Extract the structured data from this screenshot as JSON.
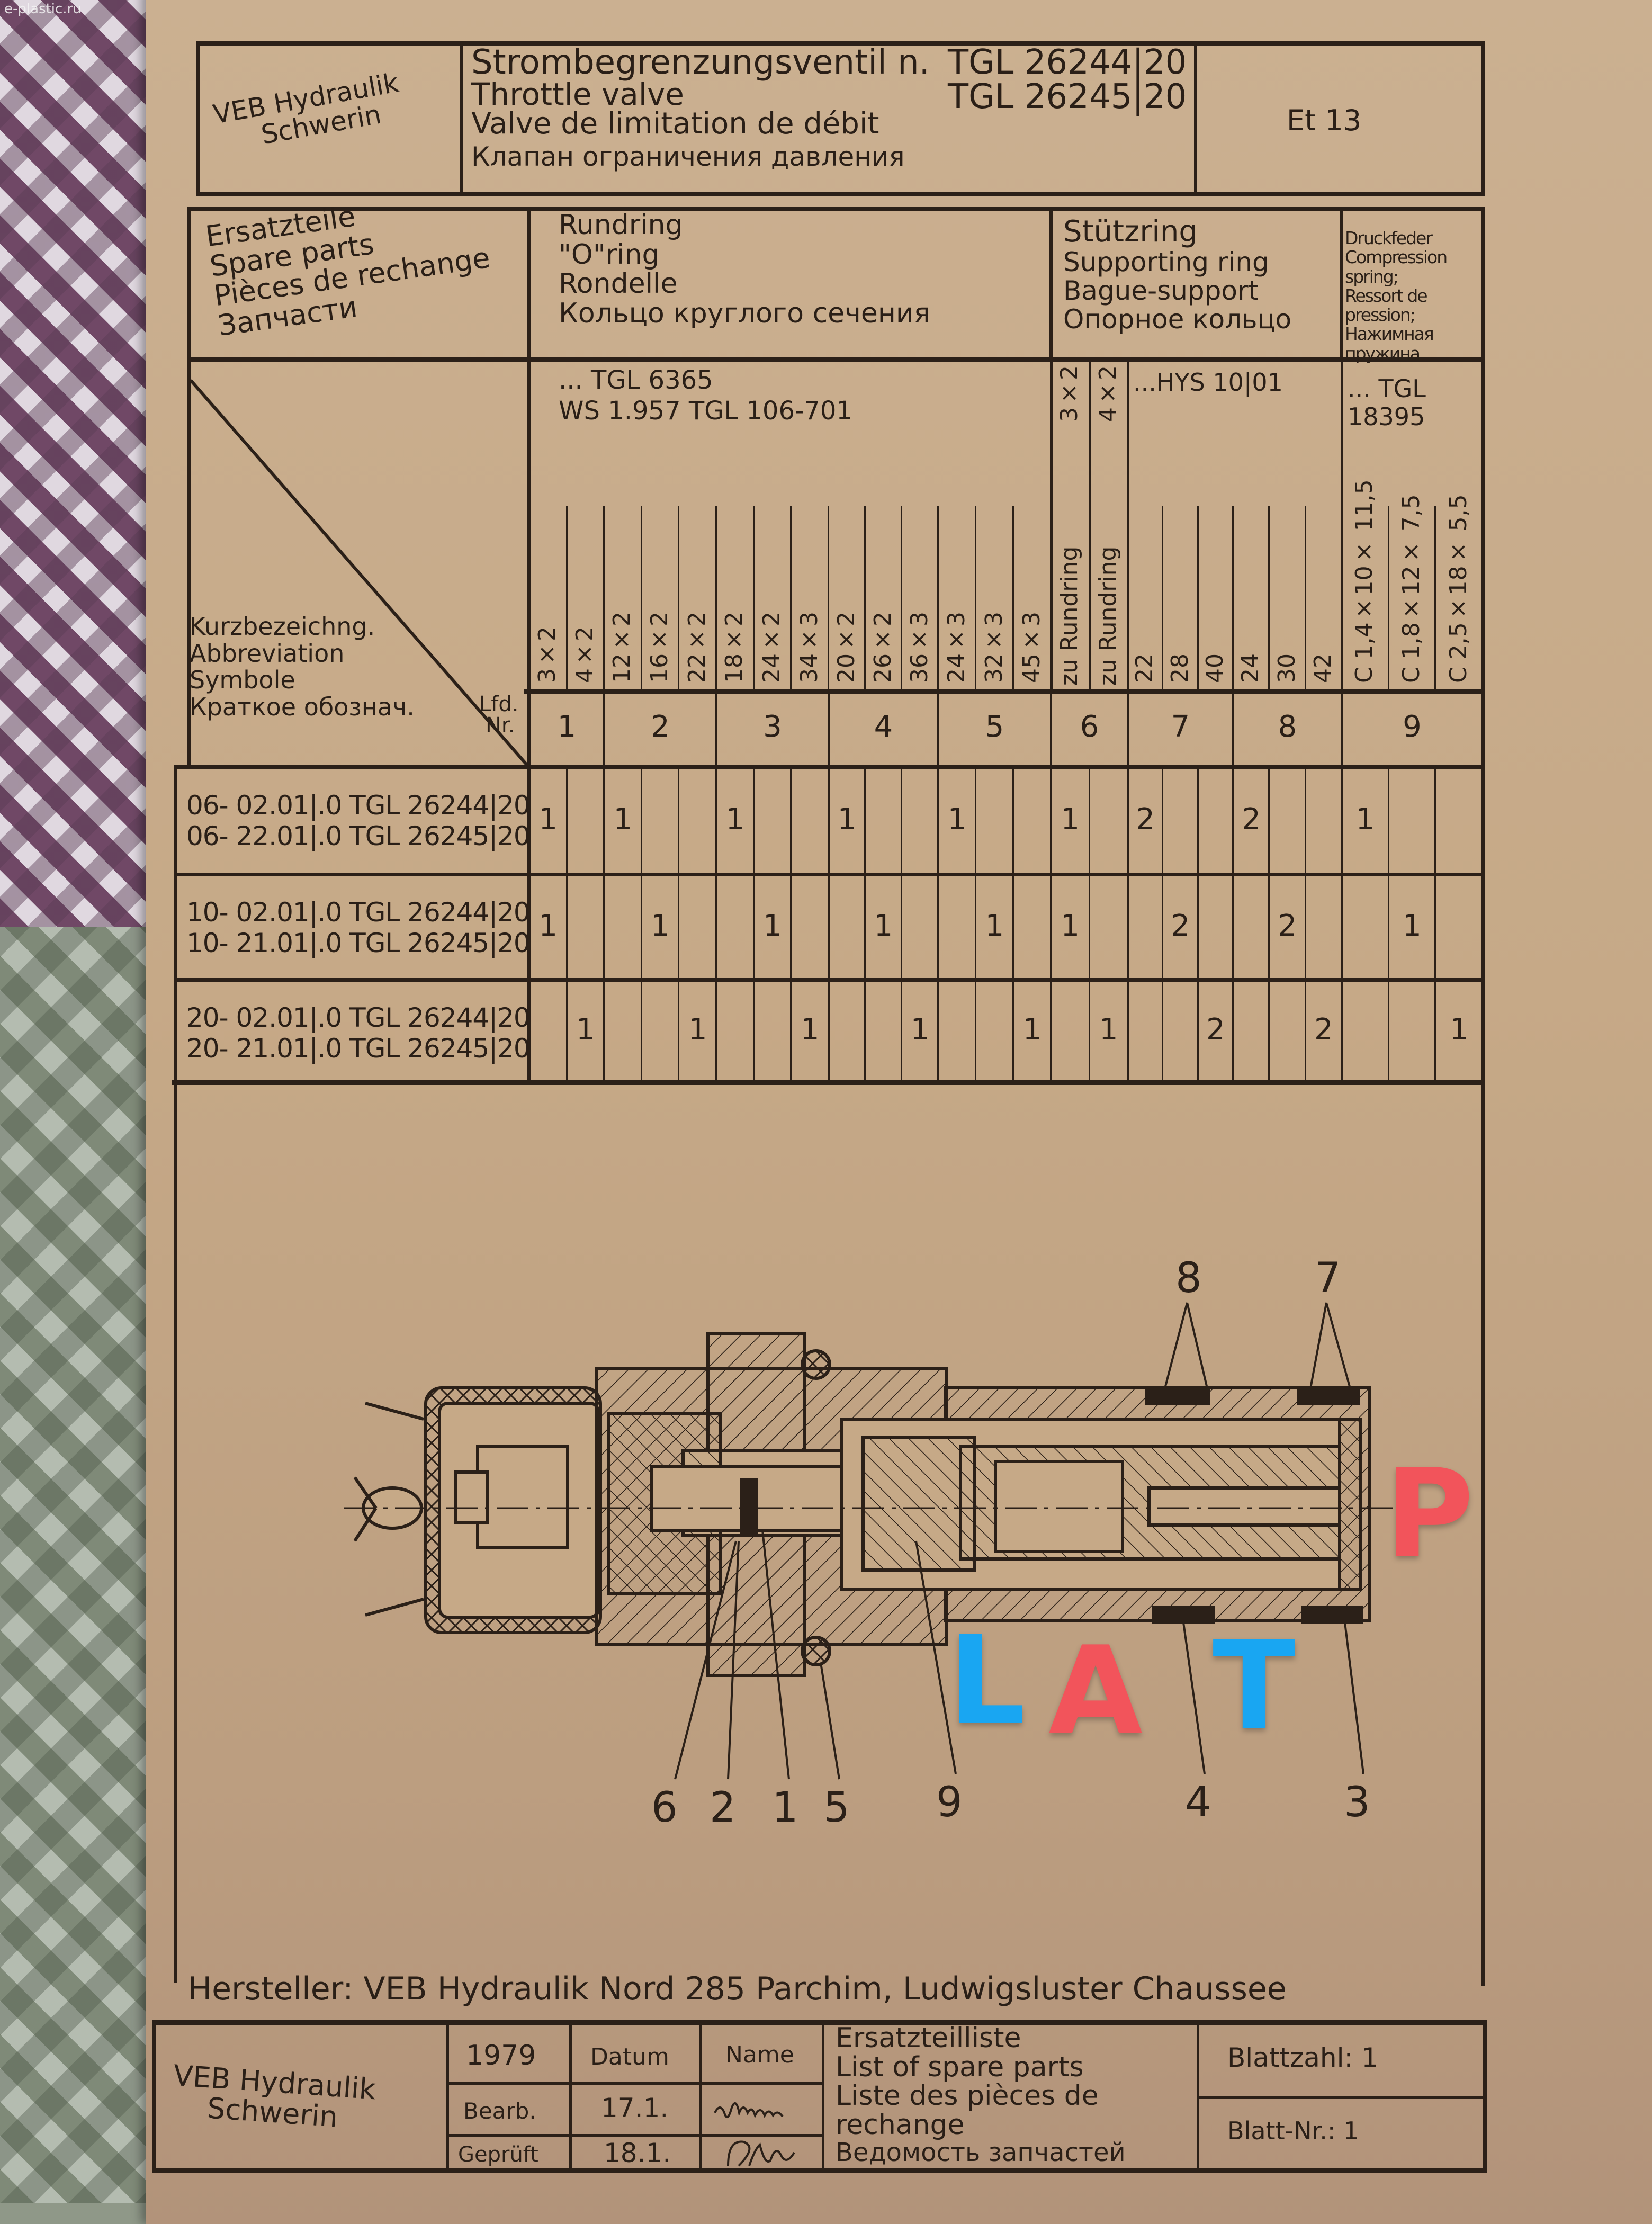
{
  "watermark": "e-plastic.ru",
  "title_block": {
    "company": [
      "VEB Hydraulik",
      "Schwerin"
    ],
    "titles": [
      "Strombegrenzungsventil n.",
      "Throttle valve",
      "Valve de limitation de débit",
      "Клапан ограничения давления"
    ],
    "standards": [
      "TGL 26244|20",
      "TGL 26245|20"
    ],
    "sheet_code": "Et 13"
  },
  "header": {
    "spare_parts": [
      "Ersatzteile",
      "Spare parts",
      "Pièces de rechange",
      "Запчасти"
    ],
    "o_ring": [
      "Rundring",
      "\"O\"ring",
      "Rondelle",
      "Кольцо круглого сечения"
    ],
    "supporting_ring": [
      "Stützring",
      "Supporting ring",
      "Bague-support",
      "Опорное кольцо"
    ],
    "spring": [
      "Druckfeder",
      "Compression",
      "spring;",
      "Ressort de",
      "pression;",
      "Нажимная",
      "пружина"
    ]
  },
  "standards_row": {
    "o_ring": [
      "... TGL 6365",
      "WS 1.957   TGL 106-701"
    ],
    "supporting_ring": "...HYS 10|01",
    "spring": [
      "... TGL",
      "18395"
    ]
  },
  "abbreviation_labels": [
    "Kurzbezeichng.",
    "Abbreviation",
    "Symbole",
    "Краткое обознач."
  ],
  "lfd_label": [
    "Lfd.",
    "Nr."
  ],
  "columns": [
    {
      "label": "3×2"
    },
    {
      "label": "4×2"
    },
    {
      "label": "12×2"
    },
    {
      "label": "16×2"
    },
    {
      "label": "22×2"
    },
    {
      "label": "18×2"
    },
    {
      "label": "24×2"
    },
    {
      "label": "34×3"
    },
    {
      "label": "20×2"
    },
    {
      "label": "26×2"
    },
    {
      "label": "36×3"
    },
    {
      "label": "24×3"
    },
    {
      "label": "32×3"
    },
    {
      "label": "45×3"
    },
    {
      "label": "zu Rundring",
      "top": "3×2"
    },
    {
      "label": "zu Rundring",
      "top": "4×2"
    },
    {
      "label": "22"
    },
    {
      "label": "28"
    },
    {
      "label": "40"
    },
    {
      "label": "24"
    },
    {
      "label": "30"
    },
    {
      "label": "42"
    },
    {
      "label": "C 1,4×10× 11,5"
    },
    {
      "label": "C 1,8×12× 7,5"
    },
    {
      "label": "C 2,5×18× 5,5"
    }
  ],
  "item_numbers": [
    "1",
    "2",
    "3",
    "4",
    "5",
    "6",
    "7",
    "8",
    "9"
  ],
  "rows": [
    {
      "labels": [
        "06- 02.01|.0 TGL 26244|20",
        "06- 22.01|.0 TGL 26245|20"
      ],
      "qty": [
        "1",
        "",
        "1",
        "",
        "",
        "1",
        "",
        "",
        "1",
        "",
        "",
        "1",
        "",
        "",
        "1",
        "",
        "2",
        "",
        "",
        "2",
        "",
        "",
        "1",
        "",
        ""
      ]
    },
    {
      "labels": [
        "10- 02.01|.0 TGL 26244|20",
        "10- 21.01|.0 TGL 26245|20"
      ],
      "qty": [
        "1",
        "",
        "",
        "1",
        "",
        "",
        "1",
        "",
        "",
        "1",
        "",
        "",
        "1",
        "",
        "1",
        "",
        "",
        "2",
        "",
        "",
        "2",
        "",
        "",
        "1",
        ""
      ]
    },
    {
      "labels": [
        "20- 02.01|.0 TGL 26244|20",
        "20- 21.01|.0 TGL 26245|20"
      ],
      "qty": [
        "",
        "1",
        "",
        "",
        "1",
        "",
        "",
        "1",
        "",
        "",
        "1",
        "",
        "",
        "1",
        "",
        "1",
        "",
        "",
        "2",
        "",
        "",
        "2",
        "",
        "",
        "1"
      ]
    }
  ],
  "drawing": {
    "callouts": {
      "c8": "8",
      "c7": "7",
      "c6": "6",
      "c2": "2",
      "c1": "1",
      "c5": "5",
      "c9": "9",
      "c4": "4",
      "c3": "3"
    },
    "ports": {
      "L": "L",
      "A": "A",
      "T": "T",
      "P": "P"
    },
    "colors": {
      "blue": "#19a6f2",
      "red": "#f2545b"
    }
  },
  "manufacturer": "Hersteller: VEB Hydraulik Nord   285 Parchim, Ludwigsluster Chaussee",
  "footer": {
    "company": [
      "VEB Hydraulik",
      "Schwerin"
    ],
    "year": "1979",
    "datum_label": "Datum",
    "name_label": "Name",
    "bearb_label": "Bearb.",
    "bearb_date": "17.1.",
    "geprueft_label": "Geprüft",
    "geprueft_date": "18.1.",
    "doc_title": [
      "Ersatzteilliste",
      "List of spare parts",
      "Liste des pièces de",
      "rechange",
      "Ведомость запчастей"
    ],
    "sheet_count": "Blattzahl: 1",
    "sheet_number": "Blatt-Nr.: 1"
  }
}
